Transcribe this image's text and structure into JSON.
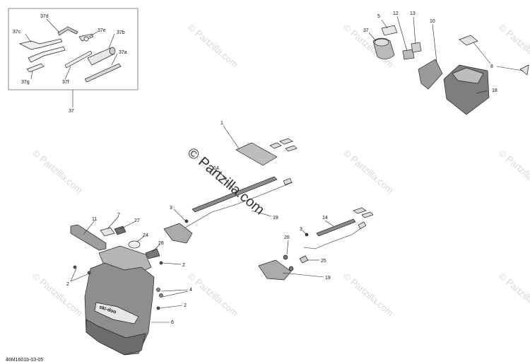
{
  "watermark": {
    "text": "© Partzilla.com",
    "main_text": "© Partzilla.com"
  },
  "diagram_code": "46M1601b-03-05",
  "callouts": {
    "c37": "37",
    "c37a": "37a",
    "c37b": "37b",
    "c37c": "37c",
    "c37d": "37d",
    "c37e": "37e",
    "c37f": "37f",
    "c37g": "37g",
    "c37_top": "37",
    "c5": "5",
    "c12": "12",
    "c13": "13",
    "c10": "10",
    "c8": "8",
    "c18": "18",
    "c1": "1",
    "c14_left": "14",
    "c19_left": "19",
    "c3_left": "3",
    "c11": "11",
    "c7": "7",
    "c27": "27",
    "c24": "24",
    "c28": "28",
    "c2_a": "2",
    "c2_b": "2",
    "c2_c": "2",
    "c4": "4",
    "c6": "6",
    "c14_right": "14",
    "c3_right": "3",
    "c26": "26",
    "c25": "25",
    "c19_right": "19"
  },
  "colors": {
    "line": "#222222",
    "fill_light": "#e6e6e6",
    "fill_mid": "#b9b9b9",
    "fill_dark": "#6d6d6d",
    "watermark": "#d8d8d8"
  }
}
